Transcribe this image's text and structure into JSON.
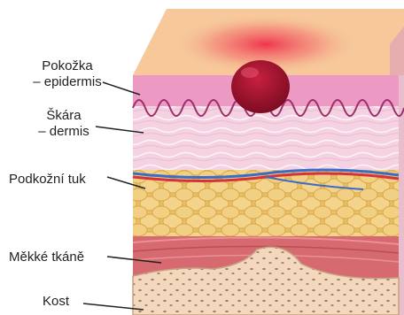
{
  "labels": {
    "epidermis": {
      "line1": "Pokožka",
      "line2": "– epidermis"
    },
    "dermis": {
      "line1": "Škára",
      "line2": "– dermis"
    },
    "subcutis": "Podkožní tuk",
    "soft_tissue": "Měkké tkáně",
    "bone": "Kost"
  },
  "colors": {
    "skin_top": "#f6c89a",
    "epidermis": "#ec99c4",
    "dermis": "#f4d2e2",
    "fat": "#e9c065",
    "muscle": "#d66a70",
    "bone": "#f3d8bd",
    "ulcer": "#a0142c",
    "artery": "#d4323c",
    "vein": "#3a6cc8"
  }
}
